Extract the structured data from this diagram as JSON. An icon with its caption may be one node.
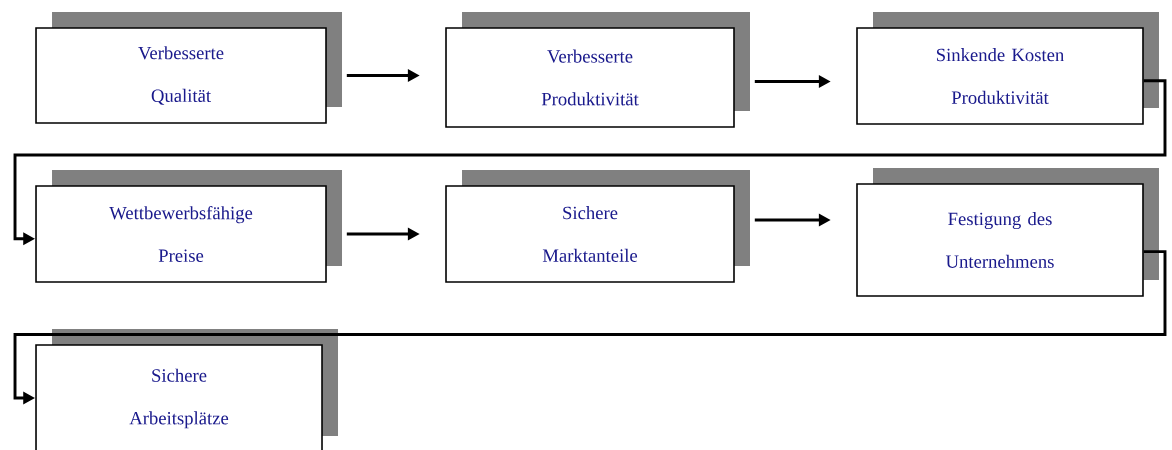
{
  "diagram": {
    "nodes": [
      {
        "text": [
          "Verbesserte Qualität"
        ]
      },
      {
        "text": [
          "Verbesserte Produktivität"
        ]
      },
      {
        "text": [
          "Sinkende Kosten Produktivität"
        ]
      },
      {
        "text": [
          "Wettbewerbsfähige Preise"
        ]
      },
      {
        "text": [
          "Sichere Marktanteile"
        ]
      },
      {
        "text": [
          "Festigung des Unternehmens"
        ]
      },
      {
        "text": [
          "Sichere Arbeitsplätze"
        ]
      }
    ],
    "edges": [
      {
        "from": 0,
        "to": 1,
        "arrow": "to"
      },
      {
        "from": 1,
        "to": 2,
        "arrow": "to"
      },
      {
        "from": 2,
        "to": 3,
        "arrow": "to"
      },
      {
        "from": 3,
        "to": 4,
        "arrow": "to"
      },
      {
        "from": 4,
        "to": 5,
        "arrow": "to"
      },
      {
        "from": 5,
        "to": 6,
        "arrow": "to"
      }
    ]
  }
}
